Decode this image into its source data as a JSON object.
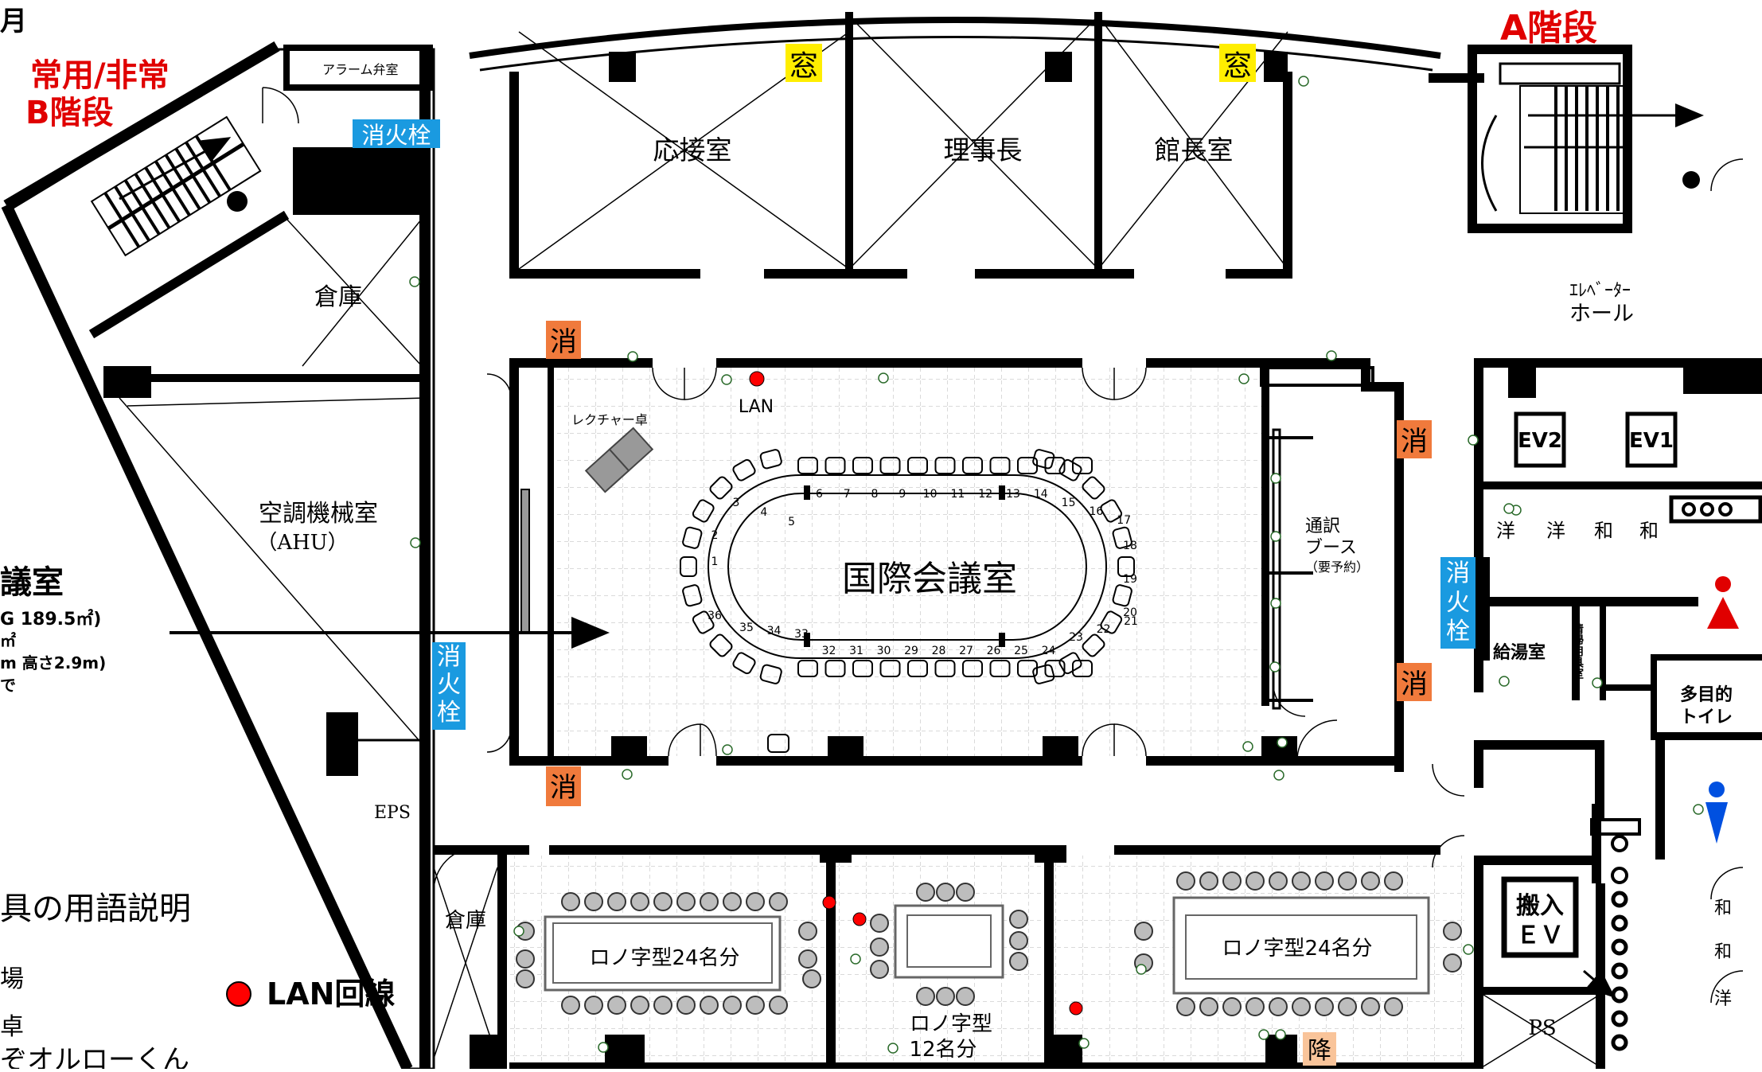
{
  "colors": {
    "wall": "#000000",
    "red_text": "#e00000",
    "hydrant_bg": "#1a9ae0",
    "shou_bg": "#f07a3c",
    "window_bg": "#ffee00",
    "kou_bg": "#f9c49a",
    "lan_dot": "#ff0000",
    "chair": "#bdbdbd",
    "grid": "#b5b5b5",
    "women": "#e00000",
    "men": "#0050e0"
  },
  "header": {
    "corner_char": "月"
  },
  "stairs": {
    "b": {
      "line1": "常用/非常",
      "line2": "B階段"
    },
    "a": {
      "line1": "A階段"
    }
  },
  "rooms": {
    "alarm_valve": "アラーム弁室",
    "reception": "応接室",
    "chairman": "理事長",
    "director": "館長室",
    "warehouse_top": "倉庫",
    "ahu_line1": "空調機械室",
    "ahu_line2": "（AHU）",
    "eps": "EPS",
    "warehouse_bottom": "倉庫",
    "elevator_hall_line1": "ｴﾚﾍﾞｰﾀｰ",
    "elevator_hall_line2": "ホール",
    "ev2": "EV2",
    "ev1": "EV1",
    "kyutou": "給湯室",
    "cleaning": "清掃用具室",
    "multi_toilet_line1": "多目的",
    "multi_toilet_line2": "トイレ",
    "freight_line1": "搬入",
    "freight_line2": "ＥＶ",
    "ps": "PS"
  },
  "toilet_labels": {
    "top": [
      "洋",
      "洋",
      "和",
      "和"
    ],
    "bottom": [
      "和",
      "和",
      "洋"
    ]
  },
  "main_hall": {
    "name": "国際会議室",
    "lecture_desk": "レクチャー卓",
    "lan_label": "LAN",
    "booth_line1": "通訳",
    "booth_line2": "ブース",
    "booth_line3": "（要予約）",
    "seats_top": [
      "3",
      "4",
      "5",
      "6",
      "7",
      "8",
      "9",
      "10",
      "11",
      "12",
      "13",
      "14",
      "15",
      "16",
      "17"
    ],
    "seats_bottom": [
      "35",
      "34",
      "33",
      "32",
      "31",
      "30",
      "29",
      "28",
      "27",
      "26",
      "25",
      "24",
      "23",
      "22",
      "21"
    ],
    "seats_left": [
      "2",
      "1",
      "36"
    ],
    "seats_right": [
      "18",
      "19",
      "20"
    ]
  },
  "small_rooms": {
    "left": "ロノ字型24名分",
    "middle_line1": "ロノ字型",
    "middle_line2": "12名分",
    "right": "ロノ字型24名分"
  },
  "left_info": {
    "title": "議室",
    "area": "G 189.5㎡)",
    "line3": "㎡",
    "line4": "m 高さ2.9m)",
    "line5": "で"
  },
  "signs": {
    "window": "窓",
    "shou": "消",
    "hydrant": "消火栓",
    "hydrant_v1": "消",
    "hydrant_v2": "火",
    "hydrant_v3": "栓",
    "kou": "降"
  },
  "legend": {
    "equipment": "具の用語説明",
    "lan": "LAN回線",
    "frag1": "場",
    "frag2": "卓",
    "frag3": "ぞオルローくん"
  }
}
